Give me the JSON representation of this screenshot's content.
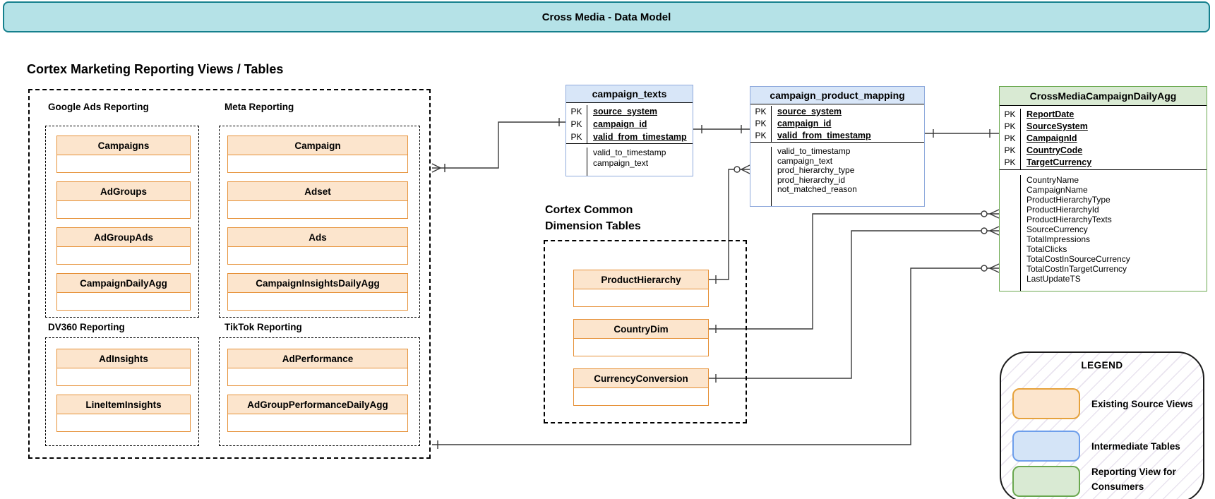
{
  "banner": {
    "title": "Cross Media - Data Model"
  },
  "labels": {
    "pk": "PK"
  },
  "left_section": {
    "title": "Cortex Marketing Reporting Views / Tables",
    "groups": [
      {
        "label": "Google Ads Reporting",
        "entities": [
          "Campaigns",
          "AdGroups",
          "AdGroupAds",
          "CampaignDailyAgg"
        ]
      },
      {
        "label": "Meta Reporting",
        "entities": [
          "Campaign",
          "Adset",
          "Ads",
          "CampaignInsightsDailyAgg"
        ]
      },
      {
        "label": "DV360 Reporting",
        "entities": [
          "AdInsights",
          "LineItemInsights"
        ]
      },
      {
        "label": "TikTok Reporting",
        "entities": [
          "AdPerformance",
          "AdGroupPerformanceDailyAgg"
        ]
      }
    ]
  },
  "dimension_section": {
    "title": "Cortex Common Dimension Tables",
    "entities": [
      "ProductHierarchy",
      "CountryDim",
      "CurrencyConversion"
    ]
  },
  "tables": {
    "campaign_texts": {
      "title": "campaign_texts",
      "pk": [
        "source_system",
        "campaign_id",
        "valid_from_timestamp"
      ],
      "attrs": [
        "valid_to_timestamp",
        "campaign_text"
      ]
    },
    "campaign_product_mapping": {
      "title": "campaign_product_mapping",
      "pk": [
        "source_system",
        "campaign_id",
        "valid_from_timestamp"
      ],
      "attrs": [
        "valid_to_timestamp",
        "campaign_text",
        "prod_hierarchy_type",
        "prod_hierarchy_id",
        "not_matched_reason"
      ]
    },
    "cross_media_campaign_daily_agg": {
      "title": "CrossMediaCampaignDailyAgg",
      "pk": [
        "ReportDate",
        "SourceSystem",
        "CampaignId",
        "CountryCode",
        "TargetCurrency"
      ],
      "attrs": [
        "CountryName",
        "CampaignName",
        "ProductHierarchyType",
        "ProductHierarchyId",
        "ProductHierarchyTexts",
        "SourceCurrency",
        "TotalImpressions",
        "TotalClicks",
        "TotalCostInSourceCurrency",
        "TotalCostInTargetCurrency",
        "LastUpdateTS"
      ]
    }
  },
  "legend": {
    "title": "LEGEND",
    "items": [
      {
        "label": "Existing Source Views",
        "color": "#fce5cd"
      },
      {
        "label": "Intermediate Tables",
        "color": "#d4e4f7"
      },
      {
        "label": "Reporting View for Consumers",
        "color": "#d9ead3"
      }
    ]
  },
  "colors": {
    "banner_fill": "#b5e2e7",
    "banner_border": "#15808d",
    "source_view_fill": "#fce5cd",
    "source_view_border": "#e69138",
    "intermediate_fill": "#d8e6f8",
    "intermediate_border": "#8faadc",
    "reporting_fill": "#d9ead3",
    "reporting_border": "#6aa84f",
    "connector": "#3a3a3a"
  }
}
